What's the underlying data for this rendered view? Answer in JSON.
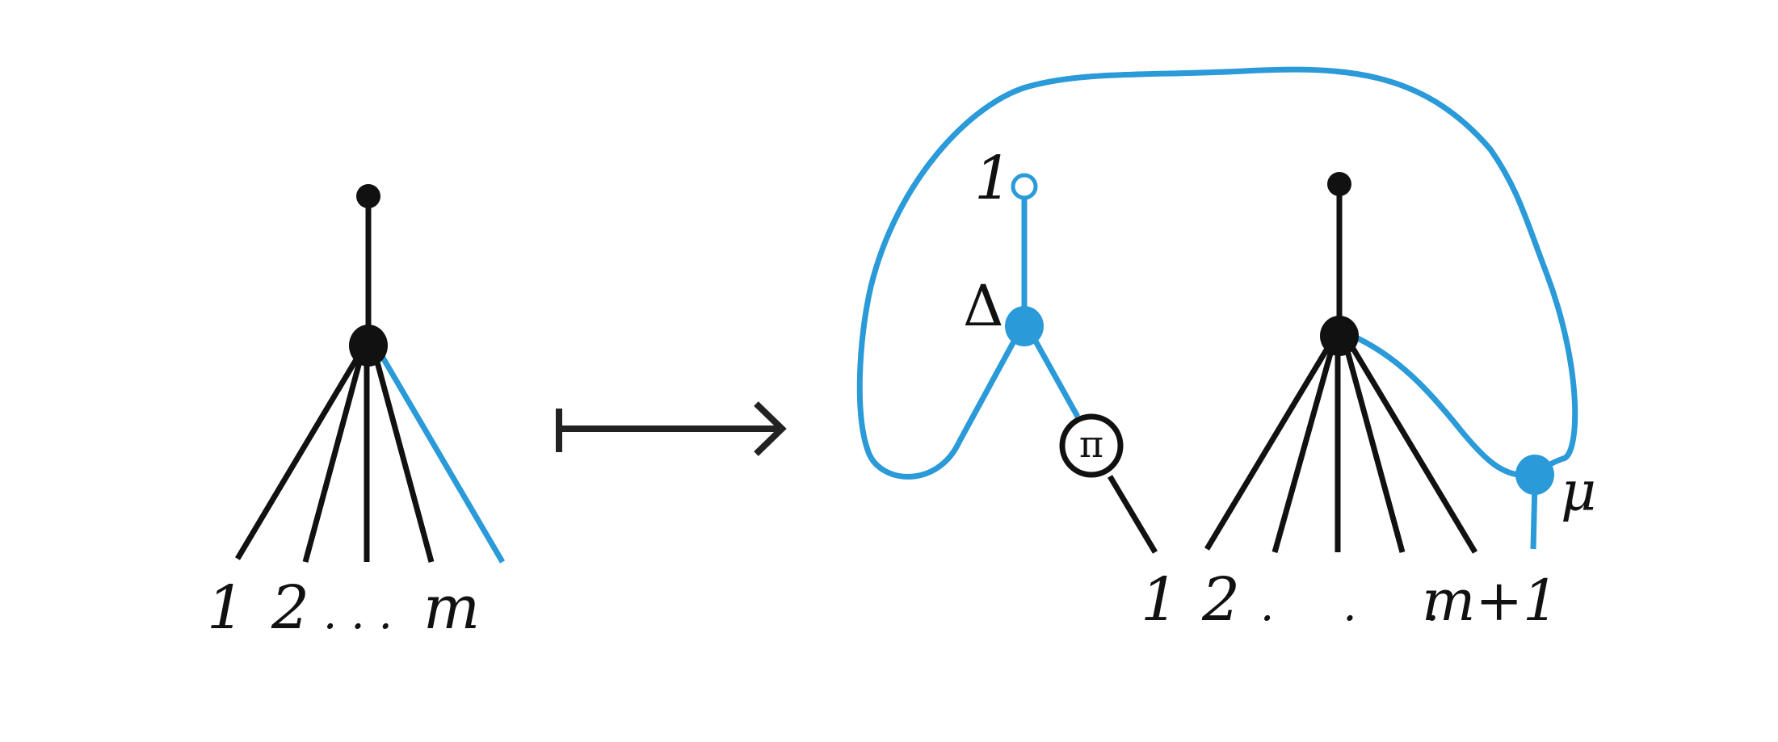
{
  "left_tree": {
    "labels": {
      "first": "1",
      "second": "2",
      "dots": ". . .",
      "last": "m"
    }
  },
  "arrow": {
    "kind": "maps-to"
  },
  "right_tree": {
    "unit_label": "1",
    "delta_label": "Δ",
    "pi_label": "π",
    "mu_label": "μ",
    "bottom_labels": {
      "first": "1",
      "second": "2",
      "dots": ". . .",
      "last": "m+1"
    }
  },
  "colors": {
    "ink": "#111111",
    "accent": "#2a9ad8"
  }
}
